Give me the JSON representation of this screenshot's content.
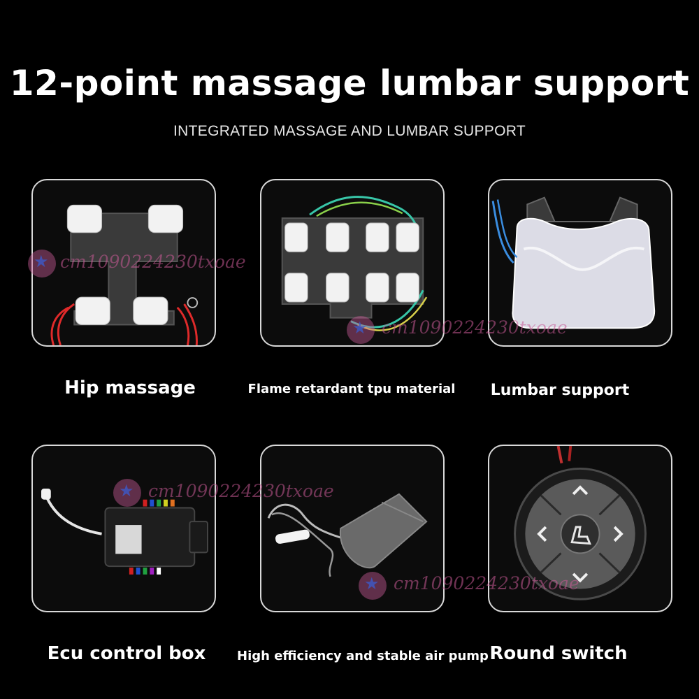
{
  "header": {
    "title": "12-point massage lumbar support",
    "subtitle": "INTEGRATED MASSAGE AND LUMBAR SUPPORT"
  },
  "cards": [
    {
      "caption": "Hip massage",
      "icon": "hip-massage-pad-image"
    },
    {
      "caption": "Flame retardant tpu material",
      "icon": "tpu-airbag-mat-image"
    },
    {
      "caption": "Lumbar support",
      "icon": "lumbar-support-bladder-image"
    },
    {
      "caption": "Ecu control box",
      "icon": "ecu-control-box-image"
    },
    {
      "caption": "High efficiency and stable air pump",
      "icon": "air-pump-image"
    },
    {
      "caption": "Round switch",
      "icon": "round-switch-image"
    }
  ],
  "watermark": {
    "text": "cm1090224230txoae",
    "color": "#c85a96"
  }
}
